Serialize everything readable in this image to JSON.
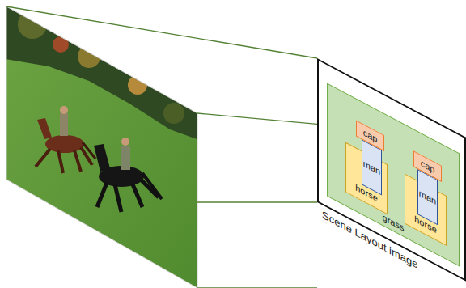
{
  "diagram": {
    "nodes": [
      {
        "text": [
          "Scene Layout image"
        ]
      },
      {
        "text": [
          "grass"
        ],
        "in": 0
      },
      {
        "text": [
          "horse"
        ],
        "in": 1
      },
      {
        "text": [
          "man"
        ],
        "in": 1
      },
      {
        "text": [
          "cap"
        ],
        "in": 1
      },
      {
        "text": [
          "horse"
        ],
        "in": 1
      },
      {
        "text": [
          "man"
        ],
        "in": 1
      },
      {
        "text": [
          "cap"
        ],
        "in": 1
      }
    ]
  }
}
